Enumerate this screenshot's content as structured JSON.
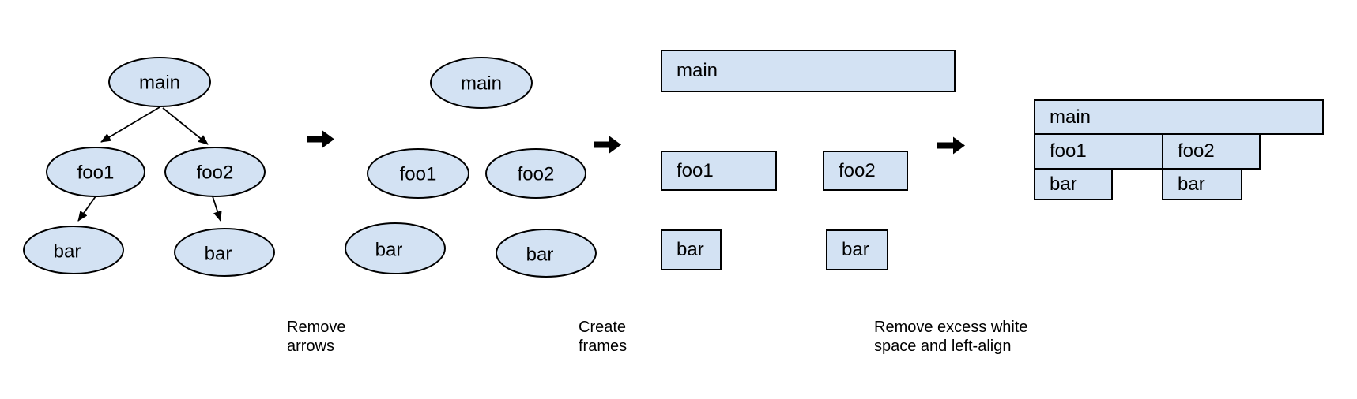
{
  "colors": {
    "node_fill": "#d3e2f3",
    "node_border": "#000000",
    "arrow": "#000000",
    "text": "#000000",
    "background": "#ffffff"
  },
  "stage1": {
    "nodes": {
      "main": "main",
      "foo1": "foo1",
      "foo2": "foo2",
      "bar_left": "bar",
      "bar_right": "bar"
    }
  },
  "stage2": {
    "nodes": {
      "main": "main",
      "foo1": "foo1",
      "foo2": "foo2",
      "bar_left": "bar",
      "bar_right": "bar"
    }
  },
  "stage3": {
    "frames": {
      "main": "main",
      "foo1": "foo1",
      "foo2": "foo2",
      "bar_left": "bar",
      "bar_right": "bar"
    }
  },
  "stage4": {
    "frames": {
      "main": "main",
      "foo1": "foo1",
      "foo2": "foo2",
      "bar_left": "bar",
      "bar_right": "bar"
    }
  },
  "captions": {
    "remove_arrows": "Remove\narrows",
    "create_frames": "Create\nframes",
    "remove_whitespace": "Remove excess white\nspace and left-align"
  }
}
